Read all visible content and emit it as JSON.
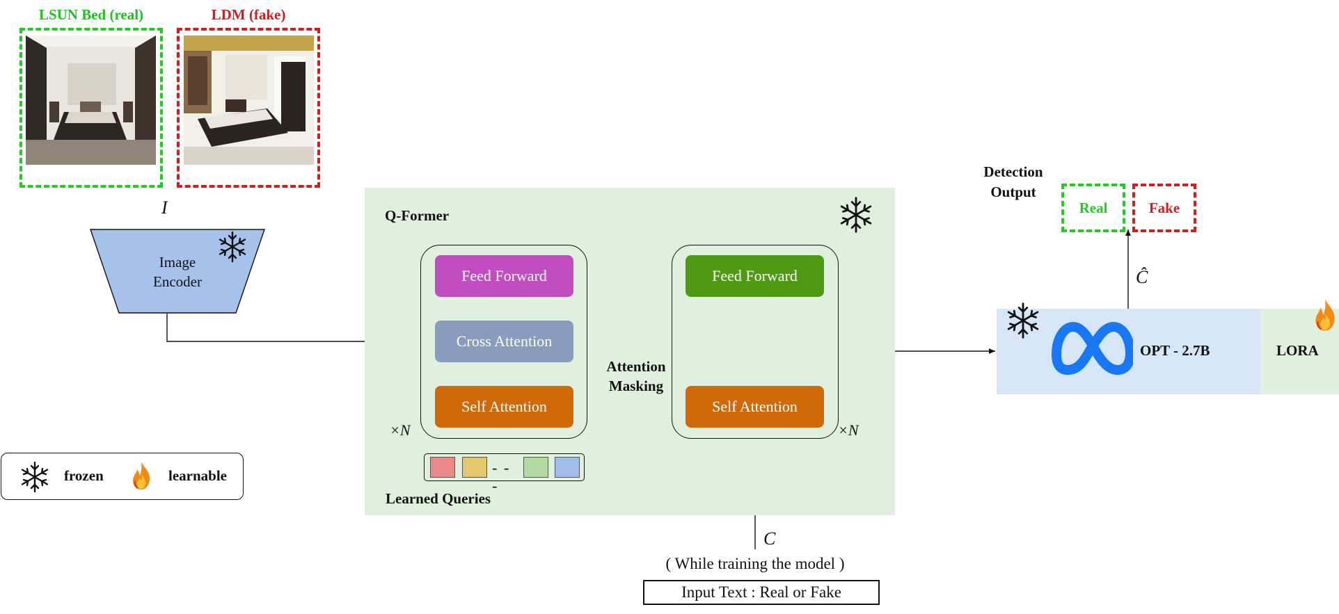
{
  "images": {
    "real_title": "LSUN Bed (real)",
    "fake_title": "LDM (fake)"
  },
  "image_label": "I",
  "encoder": {
    "line1": "Image",
    "line2": "Encoder"
  },
  "qformer": {
    "title": "Q-Former",
    "left": {
      "feed_forward": "Feed Forward",
      "cross_attention": "Cross Attention",
      "self_attention": "Self Attention",
      "repeat": "×N"
    },
    "right": {
      "feed_forward": "Feed Forward",
      "self_attention": "Self Attention",
      "repeat": "×N"
    },
    "masking": {
      "line1": "Attention",
      "line2": "Masking"
    },
    "queries_label": "Learned Queries",
    "query_colors": [
      "#ea8a88",
      "#e3c86e",
      "#b1dba0",
      "#9fbde8"
    ]
  },
  "text_input": {
    "var": "C",
    "note": "( While training the model )",
    "box": "Input Text : Real or Fake"
  },
  "legend": {
    "frozen": "frozen",
    "learnable": "learnable"
  },
  "llm": {
    "name": "OPT - 2.7B",
    "adapter": "LORA"
  },
  "output": {
    "title_line1": "Detection",
    "title_line2": "Output",
    "var": "Ĉ",
    "real": "Real",
    "fake": "Fake"
  },
  "colors": {
    "qformer_bg": "#e1efdf",
    "feed_forward_left": "#c04ec0",
    "feed_forward_right": "#4f9a12",
    "cross_attention": "#8a9cbd",
    "self_attention": "#d06a09",
    "encoder": "#a6c1ea",
    "opt_bg": "#d7e6f7",
    "lora_bg": "#e1efdf",
    "meta_blue": "#1877f2",
    "real_green": "#22cc22",
    "fake_red": "#d11e1e"
  }
}
